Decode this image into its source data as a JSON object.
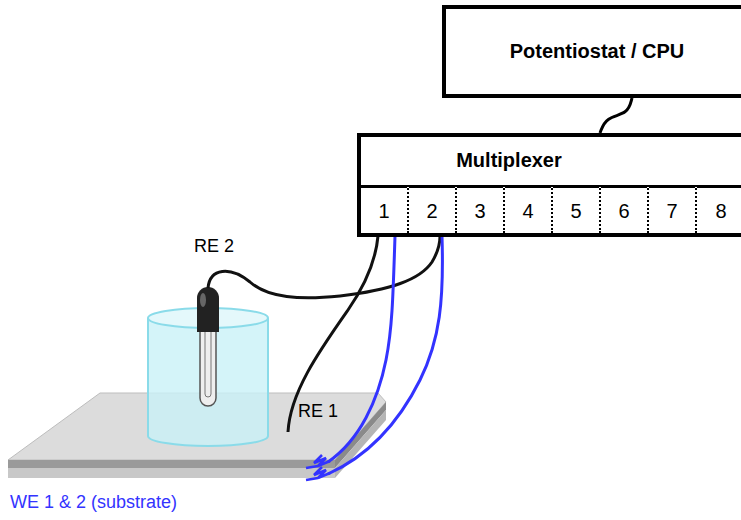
{
  "diagram": {
    "nodes": [
      {
        "text": [
          "Potentiostat / CPU"
        ]
      },
      {
        "text": [
          "Multiplexer"
        ]
      },
      {
        "text": [
          "1"
        ],
        "in": 1
      },
      {
        "text": [
          "2"
        ],
        "in": 1
      },
      {
        "text": [
          "3"
        ],
        "in": 1
      },
      {
        "text": [
          "4"
        ],
        "in": 1
      },
      {
        "text": [
          "5"
        ],
        "in": 1
      },
      {
        "text": [
          "6"
        ],
        "in": 1
      },
      {
        "text": [
          "7"
        ],
        "in": 1
      },
      {
        "text": [
          "8"
        ],
        "in": 1
      }
    ],
    "edges": [
      {
        "from": 0,
        "to": 1,
        "arrow": "none"
      }
    ],
    "labels": [
      "RE 2",
      "RE 1",
      "WE 1 & 2 (substrate)"
    ]
  }
}
